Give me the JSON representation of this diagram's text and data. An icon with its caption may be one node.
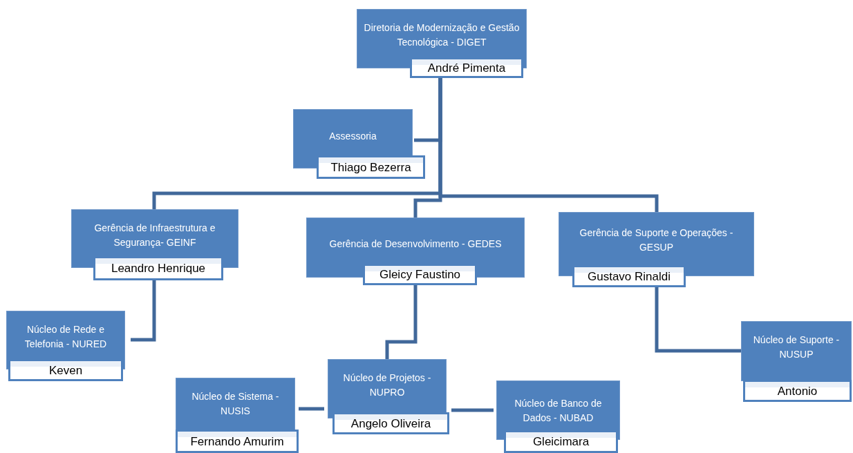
{
  "diagram": {
    "nodes": [
      {
        "text": [
          "Diretoria de Modernização e Gestão Tecnológica - DIGET",
          "André Pimenta"
        ]
      },
      {
        "text": [
          "Assessoria",
          "Thiago Bezerra"
        ]
      },
      {
        "text": [
          "Gerência de Infraestrutura e Segurança- GEINF",
          "Leandro Henrique"
        ]
      },
      {
        "text": [
          "Gerência de Desenvolvimento - GEDES",
          "Gleicy Faustino"
        ]
      },
      {
        "text": [
          "Gerência de Suporte e Operações - GESUP",
          "Gustavo Rinaldi"
        ]
      },
      {
        "text": [
          "Núcleo de Rede e Telefonia - NURED",
          "Keven"
        ]
      },
      {
        "text": [
          "Núcleo de Suporte - NUSUP",
          "Antonio"
        ]
      },
      {
        "text": [
          "Núcleo de Sistema - NUSIS",
          "Fernando Amurim"
        ]
      },
      {
        "text": [
          "Núcleo de Projetos - NUPRO",
          "Angelo Oliveira"
        ]
      },
      {
        "text": [
          "Núcleo de Banco de Dados - NUBAD",
          "Gleicimara"
        ]
      }
    ],
    "edges": [
      {
        "from": 0,
        "to": 1,
        "arrow": "none"
      },
      {
        "from": 0,
        "to": 2,
        "arrow": "none"
      },
      {
        "from": 0,
        "to": 3,
        "arrow": "none"
      },
      {
        "from": 0,
        "to": 4,
        "arrow": "none"
      },
      {
        "from": 2,
        "to": 5,
        "arrow": "none"
      },
      {
        "from": 4,
        "to": 6,
        "arrow": "none"
      },
      {
        "from": 3,
        "to": 8,
        "arrow": "none"
      },
      {
        "from": 8,
        "to": 7,
        "arrow": "none"
      },
      {
        "from": 8,
        "to": 9,
        "arrow": "none"
      }
    ]
  }
}
